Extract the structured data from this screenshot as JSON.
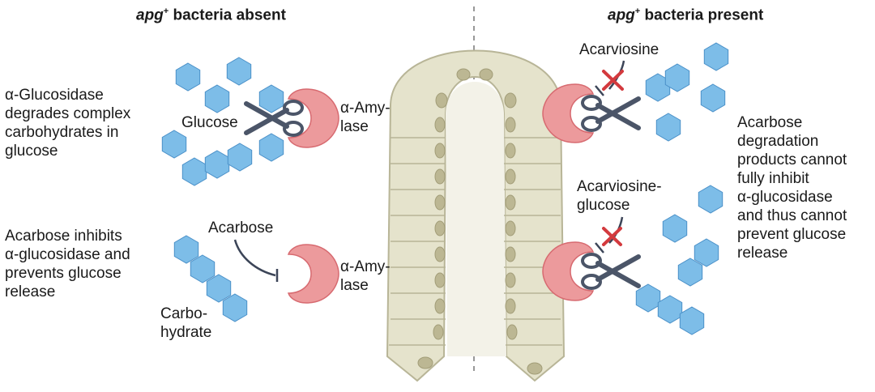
{
  "panels": {
    "left": {
      "title_gene": "apg",
      "title_sup": "+",
      "title_rest": " bacteria absent",
      "top_description": "α-Glucosidase\ndegrades complex\ncarbohydrates in\nglucose",
      "glucose_label": "Glucose",
      "amylase_label_top": "α-Amy-\nlase",
      "bottom_description": "Acarbose inhibits\nα-glucosidase and\nprevents glucose\nrelease",
      "acarbose_label": "Acarbose",
      "carbohydrate_label": "Carbo-\nhydrate",
      "amylase_label_bottom": "α-Amy-\nlase"
    },
    "right": {
      "title_gene": "apg",
      "title_sup": "+",
      "title_rest": " bacteria present",
      "acarviosine_label": "Acarviosine",
      "acarviosine_glucose_label": "Acarviosine-\nglucose",
      "description": "Acarbose\ndegradation\nproducts cannot\nfully inhibit\nα-glucosidase\nand thus cannot\nprevent glucose\nrelease"
    }
  },
  "colors": {
    "glucose": "#7dbde8",
    "glucose_stroke": "#4a90c8",
    "enzyme": "#ec9a9c",
    "enzyme_stroke": "#d76a70",
    "scissors": "#4b5568",
    "block_x": "#d33a3e",
    "villus": "#dedcc3",
    "villus_stroke": "#b8b597",
    "nucleus": "#bcb793"
  }
}
